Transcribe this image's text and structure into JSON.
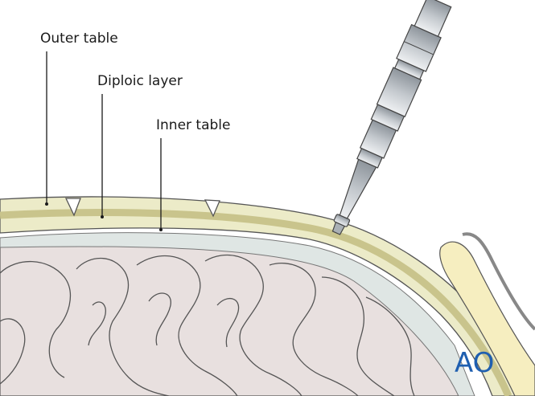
{
  "labels": {
    "outer_table": "Outer table",
    "diploic_layer": "Diploic layer",
    "inner_table": "Inner table"
  },
  "logo_text": "AO",
  "colors": {
    "bone": "#ecebc8",
    "bone_dark": "#c9c48c",
    "dura": "#dfe6e5",
    "brain": "#e6dede",
    "brain_outline": "#555555",
    "scalp": "#f6eec0",
    "drill_steel": "#c8ccd0",
    "logo_blue": "#1f5fb0"
  },
  "icons": {
    "drill": "drill-icon",
    "logo": "ao-logo-icon"
  }
}
